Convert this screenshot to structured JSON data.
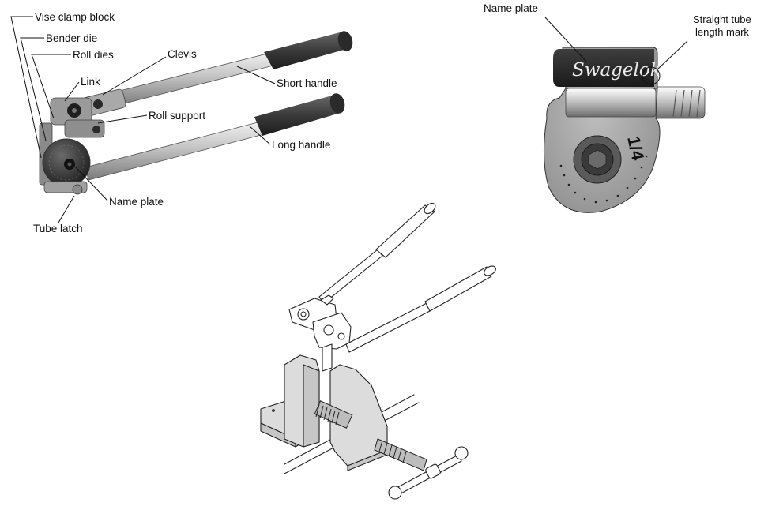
{
  "labels": {
    "vise_clamp_block": "Vise clamp block",
    "bender_die": "Bender die",
    "roll_dies": "Roll dies",
    "link": "Link",
    "clevis": "Clevis",
    "short_handle": "Short handle",
    "roll_support": "Roll support",
    "long_handle": "Long handle",
    "name_plate": "Name plate",
    "tube_latch": "Tube latch",
    "name_plate_detail": "Name plate",
    "straight_tube_line1": "Straight tube",
    "straight_tube_line2": "length mark"
  },
  "nameplate": {
    "brand": "Swagelok",
    "size": "1/4"
  },
  "colors": {
    "rubber_grip": "#3a3a3a",
    "steel": "#b8b8b8",
    "plate_dark": "#2b2b2b",
    "vise_gray": "#dcdcdc"
  }
}
